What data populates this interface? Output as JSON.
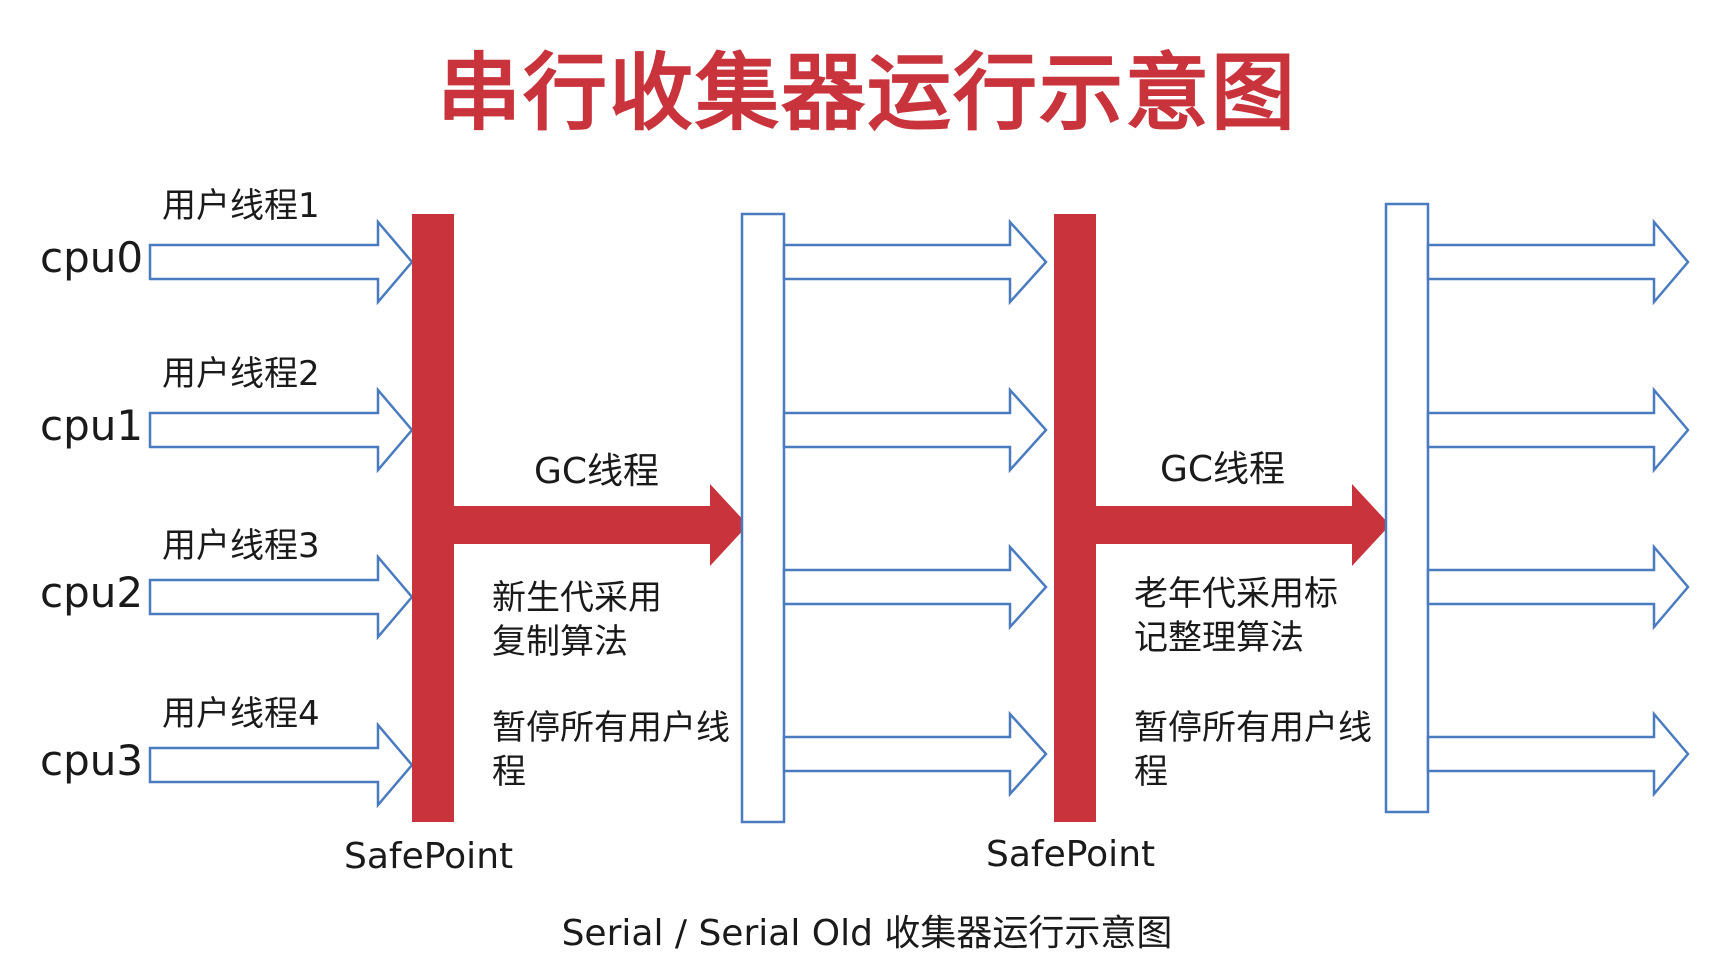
{
  "title": "串行收集器运行示意图",
  "caption": "Serial / Serial Old 收集器运行示意图",
  "cpus": [
    "cpu0",
    "cpu1",
    "cpu2",
    "cpu3"
  ],
  "user_threads": [
    "用户线程1",
    "用户线程2",
    "用户线程3",
    "用户线程4"
  ],
  "phases": [
    {
      "gc_label": "GC线程",
      "algorithm": "新生代采用复制算法",
      "pause": "暂停所有用户线程",
      "safepoint": "SafePoint"
    },
    {
      "gc_label": "GC线程",
      "algorithm": "老年代采用标记整理算法",
      "pause": "暂停所有用户线程",
      "safepoint": "SafePoint"
    }
  ],
  "colors": {
    "title": "#c8333c",
    "safepoint_bar": "#c8333c",
    "thread_arrow_outline": "#4a7bbf",
    "text": "#1a1a1a"
  }
}
